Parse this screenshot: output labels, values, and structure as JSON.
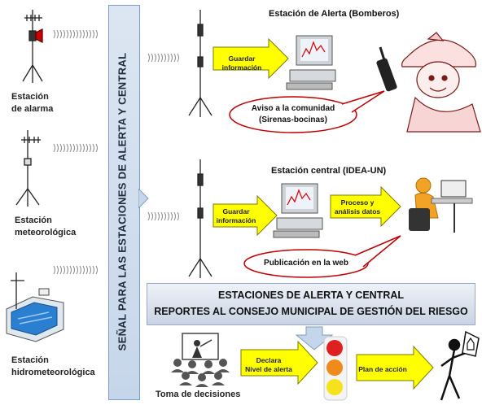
{
  "stations": {
    "alarma": {
      "line1": "Estación",
      "line2": "de alarma"
    },
    "meteorologica": {
      "line1": "Estación",
      "line2": "meteorológica"
    },
    "hidrometeorologica": {
      "line1": "Estación",
      "line2": "hidrometeorológica"
    }
  },
  "band_label": "SEÑAL PARA LAS ESTACIONES DE ALERTA Y CENTRAL",
  "alerta": {
    "title": "Estación de Alerta (Bomberos)",
    "arrow_line1": "Guardar",
    "arrow_line2": "información",
    "bubble_line1": "Aviso a la comunidad",
    "bubble_line2": "(Sirenas-bocinas)"
  },
  "central": {
    "title": "Estación central (IDEA-UN)",
    "arrow1_line1": "Guardar",
    "arrow1_line2": "información",
    "arrow2_line1": "Proceso y",
    "arrow2_line2": "análisis datos",
    "bubble": "Publicación en la web"
  },
  "summary": {
    "line1": "ESTACIONES DE ALERTA Y CENTRAL",
    "line2": "REPORTES AL CONSEJO MUNICIPAL DE GESTIÓN DEL RIESGO"
  },
  "decision": {
    "label": "Toma de decisiones",
    "arrow1_line1": "Declara",
    "arrow1_line2": "Nivel de alerta",
    "arrow2": "Plan de acción"
  },
  "colors": {
    "arrow_fill": "#ffff00",
    "arrow_border": "#7a7a00",
    "bubble_border": "#c00000",
    "band_fill": "#c6d6ea",
    "light_red": "#e02020",
    "light_orange": "#f08a1a",
    "light_yellow": "#f6e21c"
  }
}
